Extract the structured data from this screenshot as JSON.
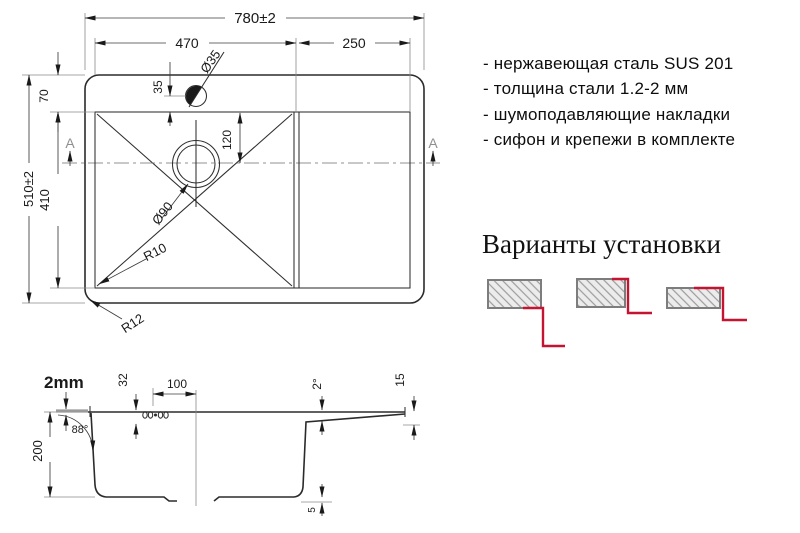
{
  "specs": {
    "items": [
      "- нержавеющая сталь SUS 201",
      "- толщина стали 1.2-2 мм",
      "- шумоподавляющие накладки",
      "- сифон и крепежи в комплекте"
    ]
  },
  "installation": {
    "title": "Варианты установки"
  },
  "top_view": {
    "overall_width": "780±2",
    "bowl_width": "470",
    "wing_width": "250",
    "overall_depth": "510±2",
    "bowl_depth": "410",
    "rim_offset": "70",
    "faucet_offset": "35",
    "faucet_hole": "Ø35",
    "drain_offset": "120",
    "drain_hole": "Ø90",
    "bowl_corner_radius": "R10",
    "outer_corner_radius": "R12",
    "section_marker": "A"
  },
  "section_view": {
    "steel_thickness": "2mm",
    "clip_offset": "32",
    "drain_distance": "100",
    "wall_angle": "88°",
    "bowl_depth": "200",
    "deck_slope": "2°",
    "edge_height": "15",
    "bottom_gap": "5"
  },
  "colors": {
    "accent_red": "#c41431",
    "line": "#2b2b2b",
    "hatch_fill": "#ececec",
    "slab_border": "#7d7d7d"
  }
}
